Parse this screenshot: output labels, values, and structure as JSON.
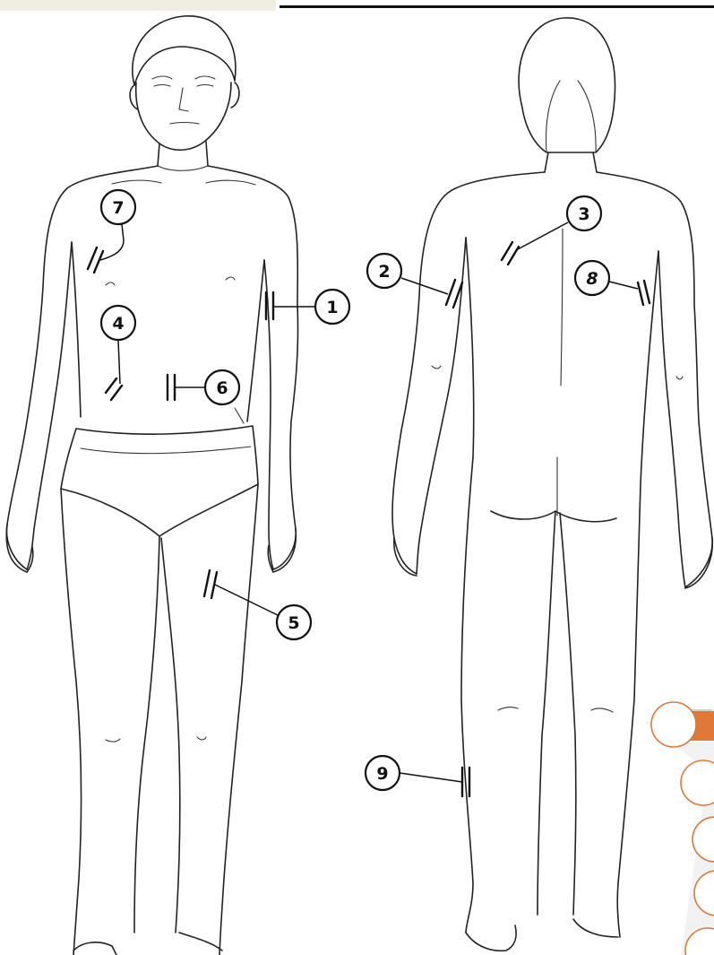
{
  "markers": [
    {
      "id": "marker-1",
      "label": "1"
    },
    {
      "id": "marker-2",
      "label": "2"
    },
    {
      "id": "marker-3",
      "label": "3"
    },
    {
      "id": "marker-4",
      "label": "4"
    },
    {
      "id": "marker-5",
      "label": "5"
    },
    {
      "id": "marker-6",
      "label": "6"
    },
    {
      "id": "marker-7",
      "label": "7"
    },
    {
      "id": "marker-8",
      "label": "8"
    },
    {
      "id": "marker-9",
      "label": "9"
    }
  ],
  "colors": {
    "line": "#222222",
    "accent": "#e07838",
    "top_strip": "#efeee0"
  }
}
